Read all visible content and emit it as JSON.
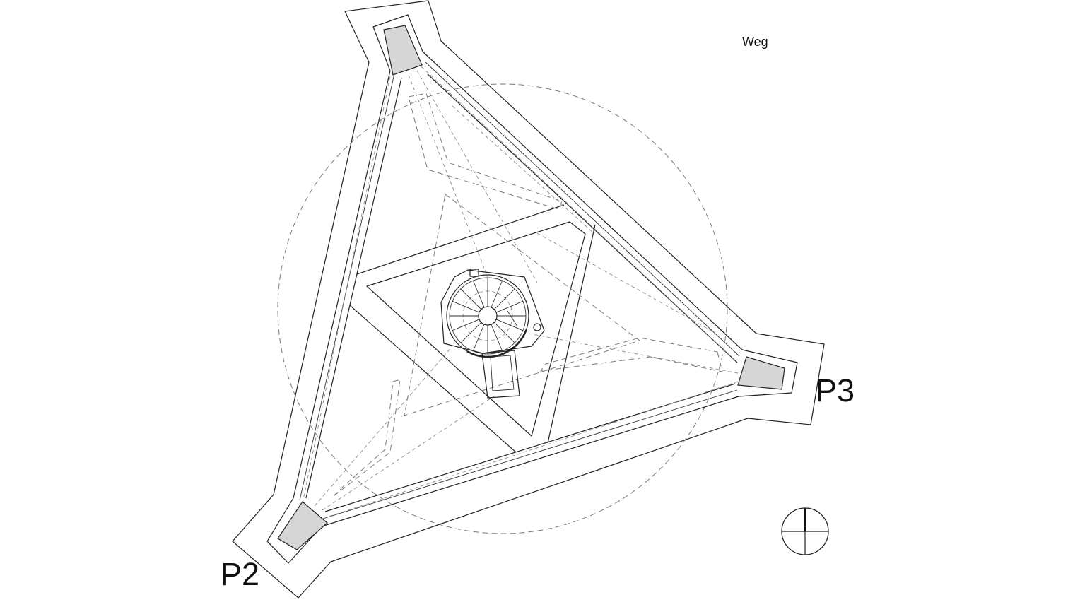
{
  "labels": {
    "weg": "Weg",
    "p3": "P3",
    "p2": "P2"
  },
  "icons": {
    "north": "north-arrow-icon"
  },
  "colors": {
    "line": "#222222",
    "dashed": "#7a7a7a",
    "block_fill": "#d6d6d6",
    "background": "#ffffff"
  }
}
